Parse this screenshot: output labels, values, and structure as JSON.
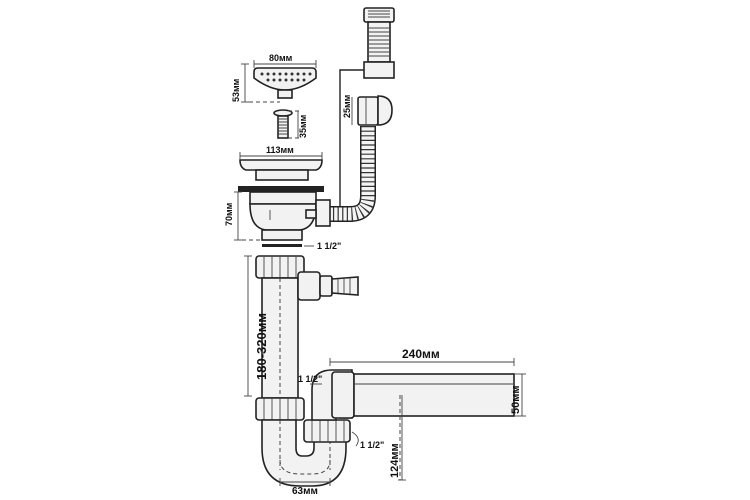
{
  "diagram": {
    "dimensions": {
      "strainer_width": "80мм",
      "strainer_height": "53мм",
      "screw_length": "35мм",
      "flange_width": "113мм",
      "bowl_height": "70мм",
      "overflow_diameter": "25мм",
      "inlet_thread": "1 1/2\"",
      "tube_length": "180-320мм",
      "elbow_thread": "1 1/2\"",
      "outlet_length": "240мм",
      "outlet_diameter": "50мм",
      "trap_thread": "1 1/2\"",
      "trap_height": "124мм",
      "trap_spacing": "63мм"
    }
  }
}
